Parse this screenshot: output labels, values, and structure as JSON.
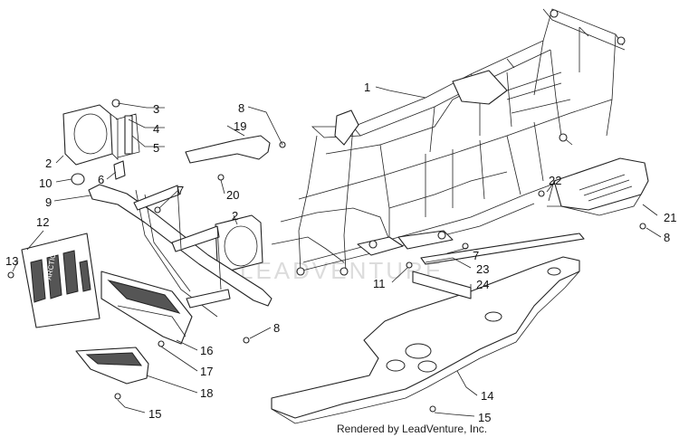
{
  "watermark": "LEADVENTURE",
  "credit": "Rendered by LeadVenture, Inc.",
  "callouts": {
    "c1": "1",
    "c2a": "2",
    "c2b": "2",
    "c3": "3",
    "c4": "4",
    "c5": "5",
    "c6": "6",
    "c7a": "7",
    "c7b": "7",
    "c8a": "8",
    "c8b": "8",
    "c8c": "8",
    "c9": "9",
    "c10": "10",
    "c11": "11",
    "c12": "12",
    "c13": "13",
    "c14": "14",
    "c15a": "15",
    "c15b": "15",
    "c16": "16",
    "c17": "17",
    "c18": "18",
    "c19": "19",
    "c20": "20",
    "c21": "21",
    "c22": "22",
    "c23": "23",
    "c24": "24"
  },
  "badge_text": "ARCTIC CAT"
}
